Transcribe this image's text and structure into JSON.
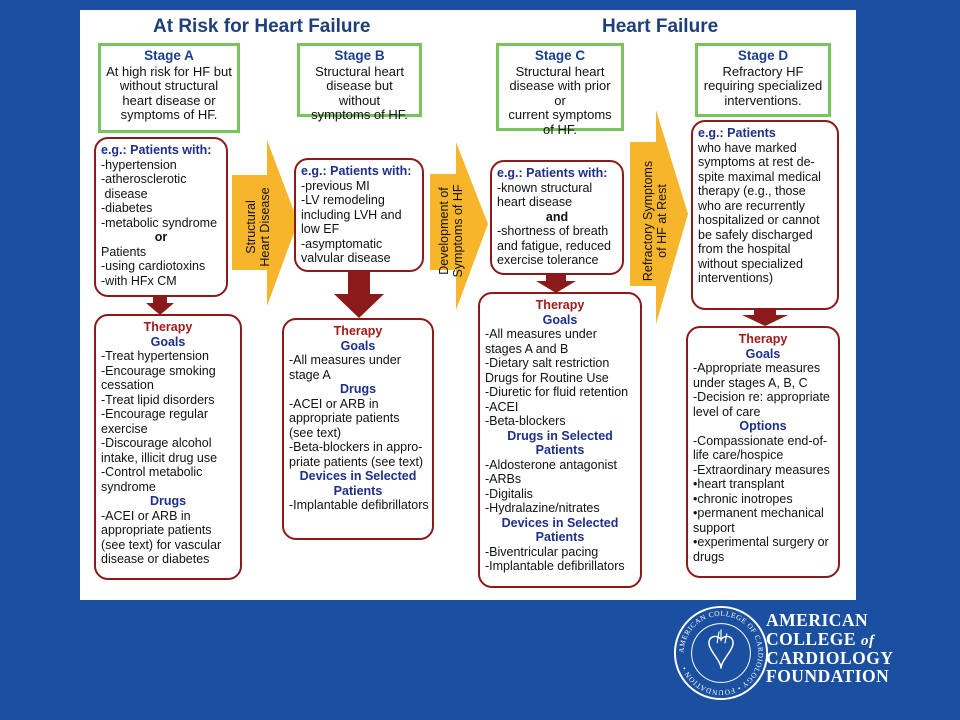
{
  "headings": {
    "at_risk": "At Risk for Heart Failure",
    "heart_failure": "Heart Failure"
  },
  "stages": [
    {
      "title": "Stage A",
      "lines": [
        "At high risk for HF but",
        "without structural",
        "heart disease or",
        "symptoms of HF."
      ]
    },
    {
      "title": "Stage B",
      "lines": [
        "Structural heart",
        "disease but without",
        "symptoms of HF."
      ]
    },
    {
      "title": "Stage C",
      "lines": [
        "Structural heart",
        "disease with prior or",
        "current symptoms",
        "of HF."
      ]
    },
    {
      "title": "Stage D",
      "lines": [
        "Refractory HF",
        "requiring specialized",
        "interventions."
      ]
    }
  ],
  "patients": {
    "a": {
      "header": "e.g.: Patients with:",
      "lines1": [
        "-hypertension",
        "-atherosclerotic",
        " disease",
        "-diabetes",
        "-metabolic syndrome"
      ],
      "or": "or",
      "lines2": [
        "Patients",
        "-using cardiotoxins",
        "-with HFx CM"
      ]
    },
    "b": {
      "header": "e.g.: Patients with:",
      "lines": [
        "-previous MI",
        "-LV remodeling",
        "including LVH and",
        "low EF",
        "-asymptomatic",
        "valvular disease"
      ]
    },
    "c": {
      "header": "e.g.: Patients with:",
      "lines1": [
        "-known structural",
        "heart disease"
      ],
      "and": "and",
      "lines2": [
        "-shortness of breath",
        "and fatigue, reduced",
        "exercise tolerance"
      ]
    },
    "d": {
      "header": "e.g.: Patients",
      "lines": [
        "who have marked",
        "symptoms at rest de-",
        "spite maximal medical",
        "therapy (e.g., those",
        "who are recurrently",
        "hospitalized or cannot",
        "be safely discharged",
        "from the hospital",
        "without specialized",
        "interventions)"
      ]
    }
  },
  "therapy": {
    "a": {
      "title": "Therapy",
      "goals": "Goals",
      "goal_lines": [
        "-Treat hypertension",
        "-Encourage smoking",
        "cessation",
        "-Treat lipid disorders",
        "-Encourage regular",
        "exercise",
        "-Discourage alcohol",
        "intake, illicit drug use",
        "-Control metabolic",
        "syndrome"
      ],
      "drugs": "Drugs",
      "drug_lines": [
        "-ACEI or ARB in",
        "appropriate patients",
        "(see text) for vascular",
        "disease or diabetes"
      ]
    },
    "b": {
      "title": "Therapy",
      "goals": "Goals",
      "goal_lines": [
        "-All measures under",
        "stage A"
      ],
      "drugs": "Drugs",
      "drug_lines": [
        "-ACEI or ARB in",
        "appropriate patients",
        "(see text)",
        "-Beta-blockers in appro-",
        "priate patients (see text)"
      ],
      "devices": [
        "Devices in Selected",
        "Patients"
      ],
      "device_lines": [
        "-Implantable defibrillators"
      ]
    },
    "c": {
      "title": "Therapy",
      "goals": "Goals",
      "goal_lines": [
        "-All measures under",
        "stages A and B",
        "-Dietary salt restriction",
        "Drugs for Routine Use",
        "-Diuretic for fluid retention",
        "-ACEI",
        "-Beta-blockers"
      ],
      "selected": [
        "Drugs in Selected",
        "Patients"
      ],
      "selected_lines": [
        "-Aldosterone antagonist",
        "-ARBs",
        "-Digitalis",
        "-Hydralazine/nitrates"
      ],
      "devices": [
        "Devices in Selected",
        "Patients"
      ],
      "device_lines": [
        "-Biventricular pacing",
        "-Implantable defibrillators"
      ]
    },
    "d": {
      "title": "Therapy",
      "goals": "Goals",
      "goal_lines": [
        "-Appropriate measures",
        "under stages A, B, C",
        "-Decision re: appropriate",
        "level of care"
      ],
      "options": "Options",
      "option_lines": [
        "-Compassionate end-of-",
        "life care/hospice",
        "-Extraordinary measures",
        "•heart transplant",
        "•chronic inotropes",
        "•permanent mechanical",
        "support",
        "•experimental surgery or",
        "drugs"
      ]
    }
  },
  "transitions": [
    {
      "label": "Structural\nHeart Disease"
    },
    {
      "label": "Development of\nSymptoms of HF"
    },
    {
      "label": "Refractory Symptoms\nof HF at Rest"
    }
  ],
  "footer": {
    "org_line1": "AMERICAN",
    "org_line2a": "COLLEGE",
    "org_line2b": "of",
    "org_line3": "CARDIOLOGY",
    "org_line4": "FOUNDATION",
    "seal_text": "AMERICAN COLLEGE OF CARDIOLOGY • FOUNDATION •"
  },
  "colors": {
    "background": "#1b4fa0",
    "stage_border": "#78c35a",
    "box_border": "#8b1a1a",
    "arrow_fill": "#f7b52b",
    "down_arrow": "#8b1a1a",
    "heading": "#1f3f7a",
    "subheading": "#1d2f88"
  }
}
